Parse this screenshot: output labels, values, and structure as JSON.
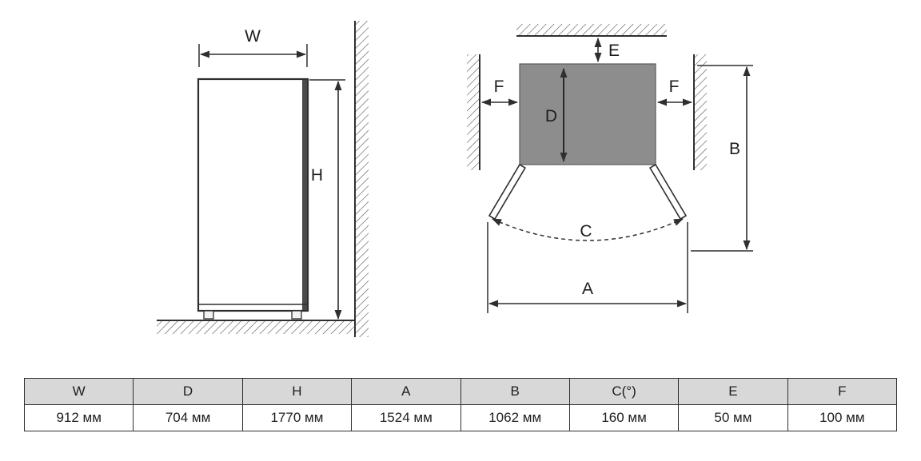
{
  "front_view": {
    "labels": {
      "width": "W",
      "height": "H"
    }
  },
  "top_view": {
    "labels": {
      "rear_gap": "E",
      "left_gap": "F",
      "right_gap": "F",
      "depth": "D",
      "door_swing": "C",
      "depth_total": "B",
      "width_total": "A"
    }
  },
  "table": {
    "headers": [
      "W",
      "D",
      "H",
      "A",
      "B",
      "C(°)",
      "E",
      "F"
    ],
    "values": [
      "912 мм",
      "704 мм",
      "1770 мм",
      "1524 мм",
      "1062 мм",
      "160 мм",
      "50 мм",
      "100 мм"
    ]
  },
  "colors": {
    "line": "#2f2f2f",
    "body_fill": "#8d8d8d",
    "table_header_bg": "#d8d8d8"
  }
}
